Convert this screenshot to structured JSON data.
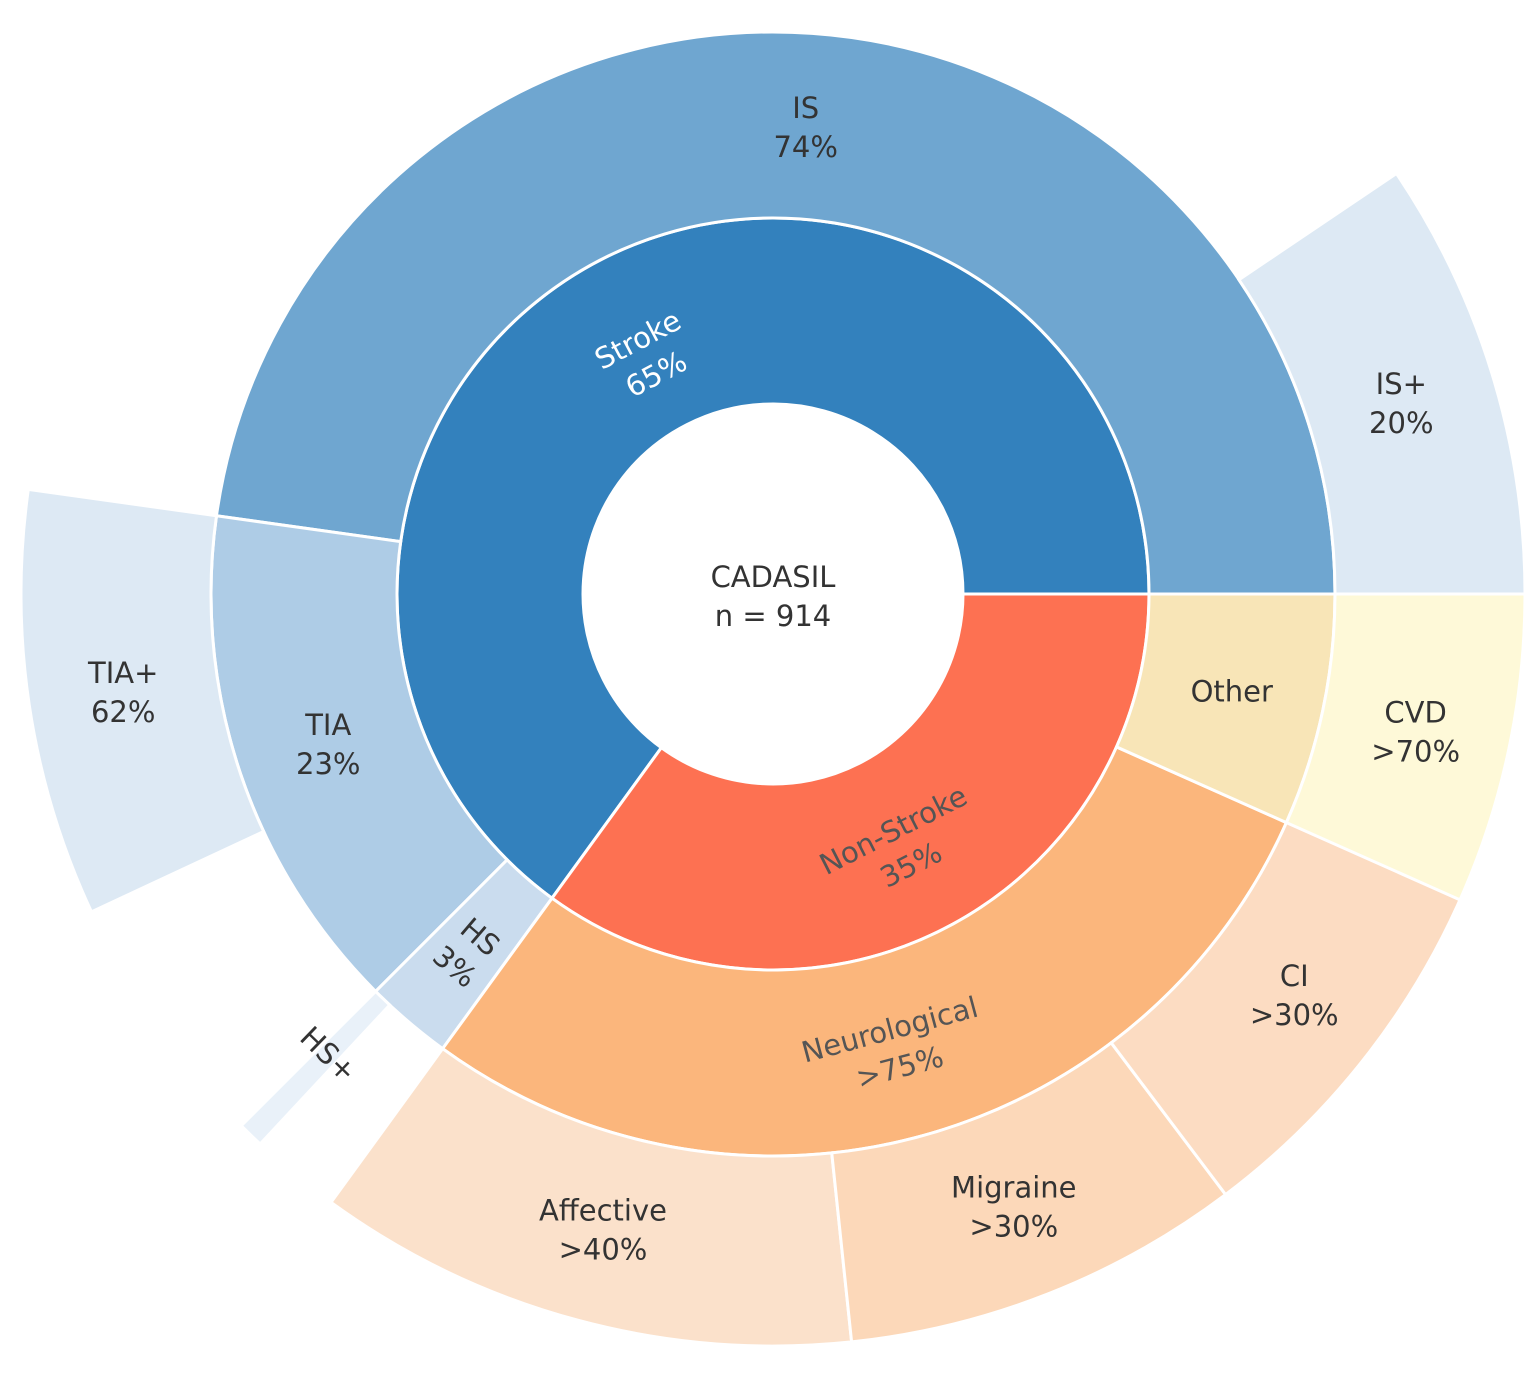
{
  "chart_data": {
    "type": "sunburst",
    "center": {
      "title": "CADASIL",
      "subtitle": "n = 914"
    },
    "segments": [
      {
        "name": "stroke",
        "level": 1,
        "start": 0,
        "end": 234,
        "label": "Stroke",
        "value_text": "65%",
        "color": "#3381bd",
        "text_color": "#ffffff",
        "rotate": true
      },
      {
        "name": "non-stroke",
        "level": 1,
        "start": 234,
        "end": 360,
        "label": "Non-Stroke",
        "value_text": "35%",
        "color": "#fd7152",
        "text_color": "#555555",
        "rotate": true
      },
      {
        "name": "is",
        "level": 2,
        "start": 0,
        "end": 172,
        "label": "IS",
        "value_text": "74%",
        "color": "#6fa6d0",
        "text_color": "#333333"
      },
      {
        "name": "tia",
        "level": 2,
        "start": 172,
        "end": 225,
        "label": "TIA",
        "value_text": "23%",
        "color": "#aecce6",
        "text_color": "#333333"
      },
      {
        "name": "hs",
        "level": 2,
        "start": 225,
        "end": 234,
        "label": "HS",
        "value_text": "3%",
        "color": "#cadcee",
        "text_color": "#333333",
        "rotate": true
      },
      {
        "name": "neurological",
        "level": 2,
        "start": 234,
        "end": 336,
        "label": "Neurological",
        "value_text": ">75%",
        "color": "#fbb67c",
        "text_color": "#555555",
        "rotate": true
      },
      {
        "name": "other",
        "level": 2,
        "start": 336,
        "end": 360,
        "label": "Other",
        "value_text": "",
        "color": "#f8e5b7",
        "text_color": "#333333"
      },
      {
        "name": "is-plus",
        "level": 3,
        "start": 0,
        "end": 34,
        "label": "IS+",
        "value_text": "20%",
        "color": "#dde9f4",
        "text_color": "#333333"
      },
      {
        "name": "tia-plus",
        "level": 3,
        "start": 172,
        "end": 205,
        "label": "TIA+",
        "value_text": "62%",
        "color": "#dde9f4",
        "text_color": "#333333"
      },
      {
        "name": "hs-plus",
        "level": 3,
        "start": 225,
        "end": 227,
        "label": "HS+",
        "value_text": "",
        "color": "#e9f1f9",
        "text_color": "#333333",
        "rotate": true
      },
      {
        "name": "affective",
        "level": 3,
        "start": 234,
        "end": 276,
        "label": "Affective",
        "value_text": ">40%",
        "color": "#fbe1cb",
        "text_color": "#333333"
      },
      {
        "name": "migraine",
        "level": 3,
        "start": 276,
        "end": 307,
        "label": "Migraine",
        "value_text": ">30%",
        "color": "#fcd8b9",
        "text_color": "#333333"
      },
      {
        "name": "ci",
        "level": 3,
        "start": 307,
        "end": 338,
        "label": "CI",
        "value_text": ">30%",
        "color": "#fcdcc2",
        "text_color": "#333333"
      },
      {
        "name": "cvd",
        "level": 3,
        "start": 336,
        "end": 360,
        "label": "CVD",
        "value_text": ">70%",
        "color": "#fef9d8",
        "text_color": "#333333"
      }
    ]
  }
}
